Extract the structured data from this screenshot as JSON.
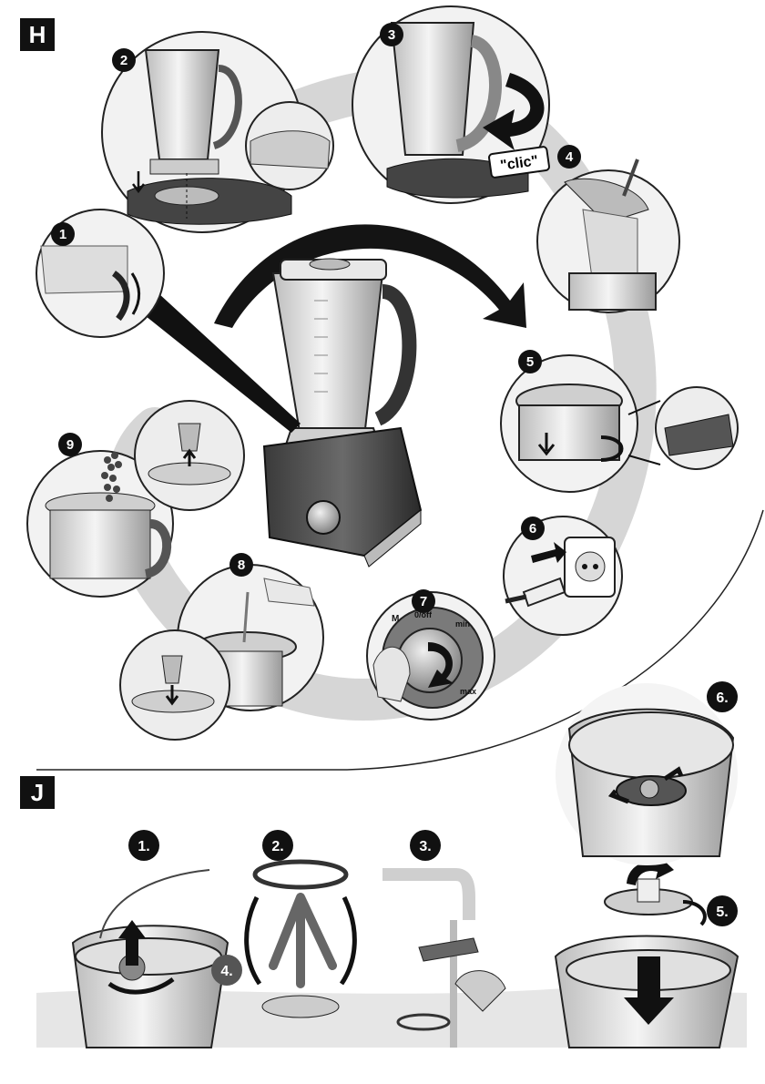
{
  "sections": {
    "h": {
      "label": "H"
    },
    "j": {
      "label": "J"
    }
  },
  "h_steps": [
    "1",
    "2",
    "3",
    "4",
    "5",
    "6",
    "7",
    "8",
    "9"
  ],
  "h_texts": {
    "clic": "\"clic\"",
    "dial_m": "M",
    "dial_off": "0/off",
    "dial_min": "min",
    "dial_max": "max"
  },
  "j_steps": [
    "1.",
    "2.",
    "3.",
    "4.",
    "5.",
    "6."
  ],
  "colors": {
    "badge": "#111111",
    "gray_badge": "#555555",
    "path": "#c9c9c9",
    "outline": "#222222"
  }
}
